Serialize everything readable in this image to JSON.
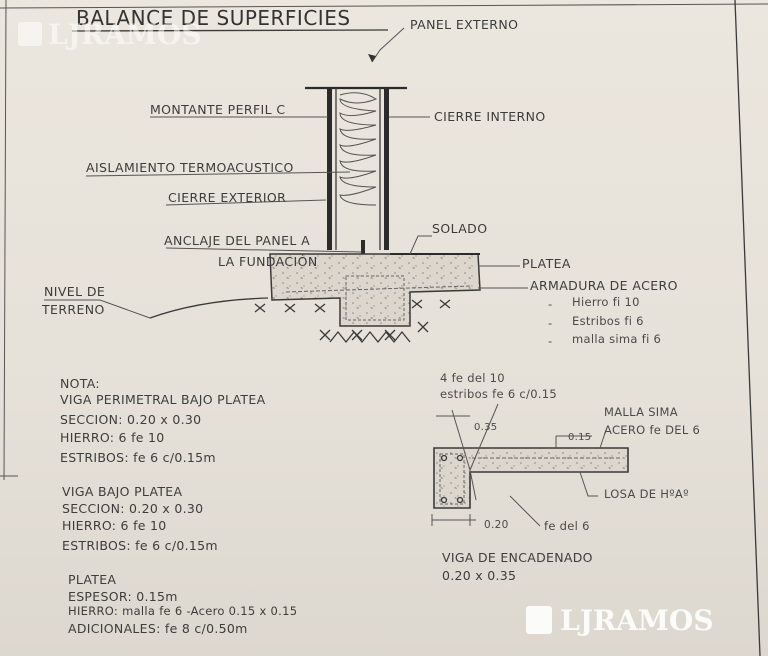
{
  "title": "BALANCE DE SUPERFICIES",
  "watermark": "LJRAMOS",
  "colors": {
    "paper": "#e9e4dc",
    "ink": "#3a3a3a",
    "watermark": "#ffffff"
  },
  "section_labels": {
    "panel_externo": "PANEL EXTERNO",
    "montante": "MONTANTE PERFIL C",
    "cierre_interno": "CIERRE INTERNO",
    "aislamiento": "AISLAMIENTO TERMOACUSTICO",
    "cierre_exterior": "CIERRE EXTERIOR",
    "solado": "SOLADO",
    "anclaje_1": "ANCLAJE DEL PANEL A",
    "anclaje_2": "LA FUNDACIÓN",
    "platea": "PLATEA",
    "armadura": "ARMADURA DE ACERO",
    "nivel_1": "NIVEL DE",
    "nivel_2": "TERRENO",
    "armadura_items": [
      "Hierro fi 10",
      "Estribos fi 6",
      "malla sima fi 6"
    ]
  },
  "notes": {
    "heading": "NOTA:",
    "viga_perimetral": {
      "title": "VIGA PERIMETRAL BAJO PLATEA",
      "lines": [
        "SECCION: 0.20 x 0.30",
        "HIERRO: 6 fe 10",
        "ESTRIBOS: fe 6 c/0.15m"
      ]
    },
    "viga_bajo": {
      "title": "VIGA BAJO PLATEA",
      "lines": [
        "SECCION: 0.20 x 0.30",
        "HIERRO: 6 fe 10",
        "ESTRIBOS: fe 6 c/0.15m"
      ]
    },
    "platea": {
      "title": "PLATEA",
      "lines": [
        "ESPESOR: 0.15m",
        "HIERRO: malla fe 6  -Acero 0.15 x 0.15",
        "ADICIONALES: fe 8 c/0.50m"
      ]
    }
  },
  "detail": {
    "top_1": "4 fe del 10",
    "top_2": "estribos fe 6 c/0.15",
    "dim_035": "0.35",
    "dim_015": "0.15",
    "malla_1": "MALLA SIMA",
    "malla_2": "ACERO fe DEL 6",
    "losa": "LOSA DE HºAº",
    "dim_020": "0.20",
    "fe_del_6": "fe del 6",
    "viga_1": "VIGA  DE ENCADENADO",
    "viga_2": "0.20 x 0.35"
  }
}
